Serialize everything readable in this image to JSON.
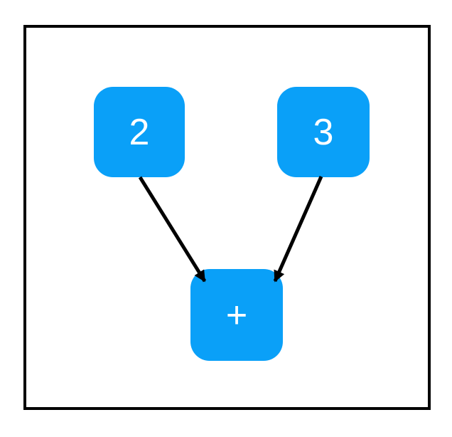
{
  "diagram": {
    "background_color": "#ffffff",
    "frame_border_color": "#000000",
    "node_fill_color": "#0aa0f8",
    "node_text_color": "#ffffff",
    "edge_color": "#000000",
    "nodes": [
      {
        "id": "operand-left",
        "label": "2"
      },
      {
        "id": "operand-right",
        "label": "3"
      },
      {
        "id": "operator",
        "label": "+"
      }
    ],
    "edges": [
      {
        "from": "operand-left",
        "to": "operator"
      },
      {
        "from": "operand-right",
        "to": "operator"
      }
    ]
  }
}
